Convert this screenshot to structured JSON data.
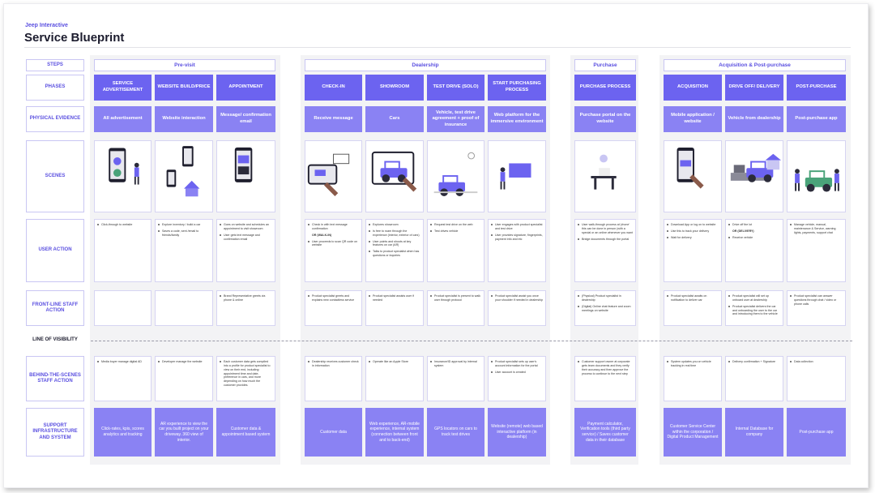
{
  "header": {
    "brand": "Jeep Interactive",
    "title": "Service Blueprint"
  },
  "colors": {
    "accent": "#6c63f0",
    "accent_light": "#8a82f3",
    "border": "#c9c6f3",
    "band": "#f3f3f5"
  },
  "row_labels": {
    "steps": "STEPS",
    "phases": "PHASES",
    "physical_evidence": "PHYSICAL EVIDENCE",
    "scenes": "SCENES",
    "user_action": "USER ACTION",
    "frontline": "FRONT-LINE STAFF ACTION",
    "line_of_visibility": "LINE OF VISIBILITY",
    "backstage": "BEHIND-THE-SCENES STAFF ACTION",
    "support": "SUPPORT INFRASTRUCTURE AND SYSTEM"
  },
  "stages": [
    "Pre-visit",
    "Dealership",
    "Purchase",
    "Acquisition & Post-purchase"
  ],
  "columns": [
    {
      "phase": "SERVICE ADVERTISEMENT",
      "evidence": "All advertisement",
      "scene_icon": "phone-person-illustration",
      "user_action": [
        "Click-through to website"
      ],
      "frontline": [],
      "backstage": [
        "Media buyer manage digital AD"
      ],
      "support": "Click-rates, kpis, scores analytics and tracking"
    },
    {
      "phase": "WEBSITE BUILD/PRICE",
      "evidence": "Website interaction",
      "scene_icon": "phones-house-illustration",
      "user_action": [
        "Explore inventory / build a car",
        "Saves a code, sent /email to friends/family"
      ],
      "frontline": [],
      "backstage": [
        "Developer manage the website"
      ],
      "support": "AR experience to view the car you built project on your driveway. 360 view of interior."
    },
    {
      "phase": "APPOINTMENT",
      "evidence": "Message/ confirmation email",
      "scene_icon": "phone-message-illustration",
      "user_action": [
        "Goes on website and schedules an appointment to visit showroom",
        "User gets text message and confirmation email"
      ],
      "frontline": [
        "Brand Representative greets via phone & online"
      ],
      "backstage": [
        "Each customer data gets compiled into a profile for product specialist to view on their end, including: appointment time and date, preference in cars, and more depending on how much the customer provides."
      ],
      "support": "Customer data & appointment based system"
    },
    {
      "phase": "CHECK-IN",
      "evidence": "Receive message",
      "scene_icon": "kiosk-touch-illustration",
      "user_action": [
        "Check in with text message confirmation",
        "OR (WALK-IN)",
        "User proceeds to scan QR code on website"
      ],
      "frontline": [
        "Product specialist greets and explains new contactless service"
      ],
      "backstage": [
        "Dealership receives customer check in information"
      ],
      "support": "Customer data"
    },
    {
      "phase": "SHOWROOM",
      "evidence": "Cars",
      "scene_icon": "tablet-car-illustration",
      "user_action": [
        "Explores showroom",
        "Is free to roam through the experience (interior, exterior of cars)",
        "User points and shoots at key features on car (AR)",
        "Talks to product specialist when has questions or inquiries"
      ],
      "frontline": [
        "Product specialist assists user if needed"
      ],
      "backstage": [
        "Operate like an Apple Store"
      ],
      "support": "Web experience, AR-mobile experience, internal system (connection between front and to back-end)"
    },
    {
      "phase": "TEST DRIVE (SOLO)",
      "evidence": "Vehicle, test drive agreement + proof of insurance",
      "scene_icon": "jeep-test-drive-illustration",
      "user_action": [
        "Request test drive on the web",
        "Test drives vehicle"
      ],
      "frontline": [
        "Product specialist is present to walk user through protocol"
      ],
      "backstage": [
        "Insurance/ID approval by internal system"
      ],
      "support": "GPS locators on cars to track test drives"
    },
    {
      "phase": "START PURCHASING PROCESS",
      "evidence": "Web platform for the immersive environment",
      "scene_icon": "person-screen-illustration",
      "user_action": [
        "User engages with product specialist and test drive",
        "User provides signature, fingerprints, payment info and etc"
      ],
      "frontline": [
        "Product specialist assist you once your shoulder if needed in dealership"
      ],
      "backstage": [
        "Product specialist sets up user's account information for the portal",
        "User account is created"
      ],
      "support": "Website (remote) web based interactive platform (in dealership)"
    },
    {
      "phase": "PURCHASE PROCESS",
      "evidence": "Purchase portal on the website",
      "scene_icon": "portal-desk-illustration",
      "user_action": [
        "User walk-through process at 'phone' this can be done in person (with a special or an online whenever you want",
        "Bridge documents through the portal"
      ],
      "frontline": [
        "(Physical) Product specialist in dealership",
        "(Digital) Online chat feature and zoom meetings on website"
      ],
      "backstage": [
        "Customer support owner at corporate gets team documents and they verify their accuracy and then approve the process to continue to the next step"
      ],
      "support": "Payment calculator, Verification tools (third party service) / Saves customer data in their database"
    },
    {
      "phase": "ACQUISITION",
      "evidence": "Mobile application / website",
      "scene_icon": "phone-app-illustration",
      "user_action": [
        "Download App or log on to website",
        "Use this to track your delivery",
        "Wait for delivery"
      ],
      "frontline": [
        "Product specialist awaits on notification to deliver car"
      ],
      "backstage": [
        "System updates you on vehicle tracking in real time"
      ],
      "support": "Customer Service Center within the corporation / Digital Product Management"
    },
    {
      "phase": "DRIVE OFF/ DELIVERY",
      "evidence": "Vehicle from dealership",
      "scene_icon": "tow-truck-illustration",
      "user_action": [
        "Drive off the lot",
        "OR (DELIVERY)",
        "Receive vehicle"
      ],
      "frontline": [
        "Product specialist will set up onboard user at dealership",
        "Product specialist delivers the car and onboarding the user to the car and introducing them to the vehicle"
      ],
      "backstage": [
        "Delivery confirmation + Signature"
      ],
      "support": "Internal Database for company"
    },
    {
      "phase": "POST-PURCHASE",
      "evidence": "Post-purchase app",
      "scene_icon": "jeep-people-illustration",
      "user_action": [
        "Manage vehicle, manual, maintenance & Service, warning lights, payments, support chat"
      ],
      "frontline": [
        "Product specialist can answer questions through chat / video or phone calls"
      ],
      "backstage": [
        "Data collection"
      ],
      "support": "Post-purchase app"
    }
  ]
}
